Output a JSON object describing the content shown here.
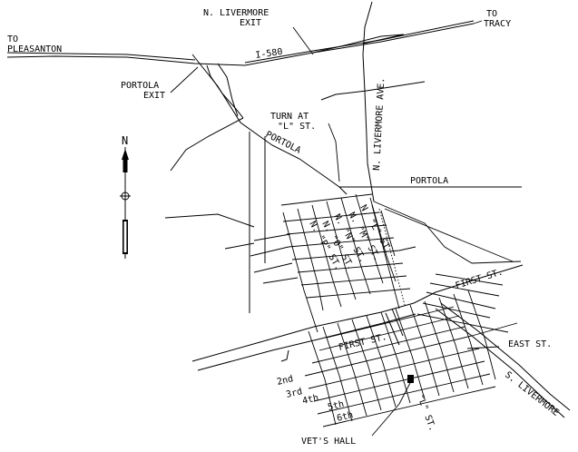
{
  "labels": {
    "to_pleasanton": [
      "TO",
      "PLEASANTON"
    ],
    "n_livermore_exit": [
      "N. LIVERMORE",
      "EXIT"
    ],
    "to_tracy": [
      "TO",
      "TRACY"
    ],
    "i580": "I-580",
    "portola_exit": [
      "PORTOLA",
      "EXIT"
    ],
    "turn_at_l": [
      "TURN AT",
      "\"L\" ST."
    ],
    "north": "N",
    "portola_diag": "PORTOLA",
    "portola_east": "PORTOLA",
    "n_livermore_ave": "N. LIVERMORE AVE.",
    "first_st_ne": "FIRST ST.",
    "first_st_sw": "FIRST ST.",
    "east_st": "EAST ST.",
    "s_livermore": "S. LIVERMORE",
    "vets_hall": "VET'S HALL",
    "l_st_south": "\"L\" ST.",
    "n_streets": [
      "N. \"L\" ST.",
      "N. \"M\" ST.",
      "N. \"N\" ST.",
      "N. \"O\" ST.",
      "N. \"P\" ST."
    ],
    "cross_streets": [
      "2nd",
      "3rd",
      "4th",
      "5th",
      "6th"
    ]
  }
}
